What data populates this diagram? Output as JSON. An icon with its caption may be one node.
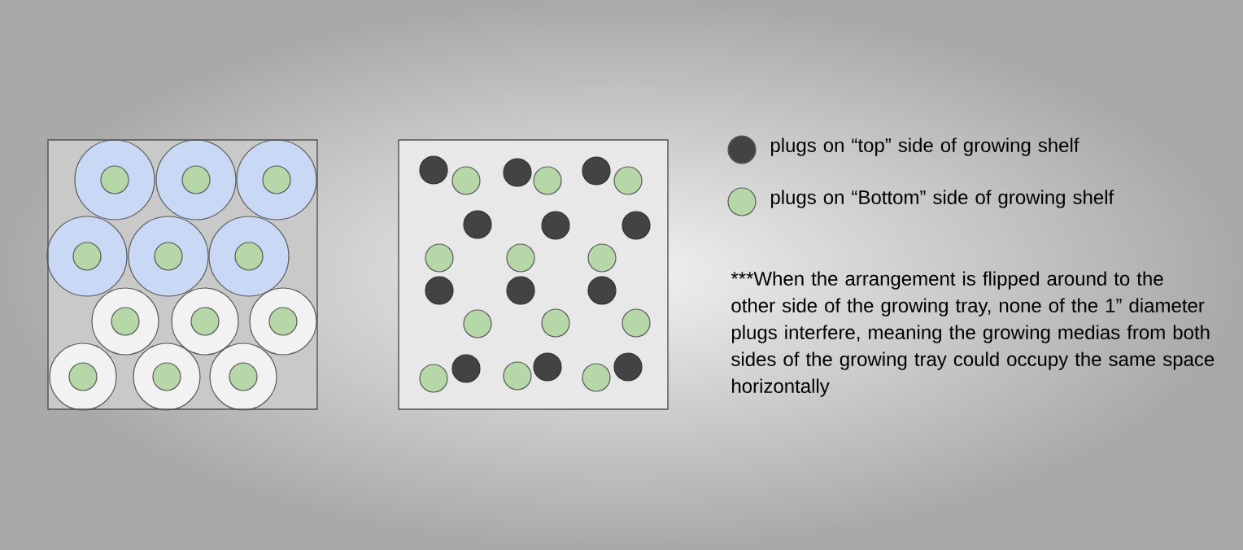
{
  "diagram": {
    "labels": [
      "***When the arrangement is flipped around to the other side of the growing tray, none of the 1” diameter plugs interfere, meaning the growing medias from both sides of the growing tray could occupy the same space horizontally"
    ],
    "legend": [
      {
        "text": "plugs on “top” side of growing shelf",
        "color": "#434343"
      },
      {
        "text": "plugs on “Bottom” side of growing shelf",
        "color": "#b6d7a8"
      }
    ]
  }
}
